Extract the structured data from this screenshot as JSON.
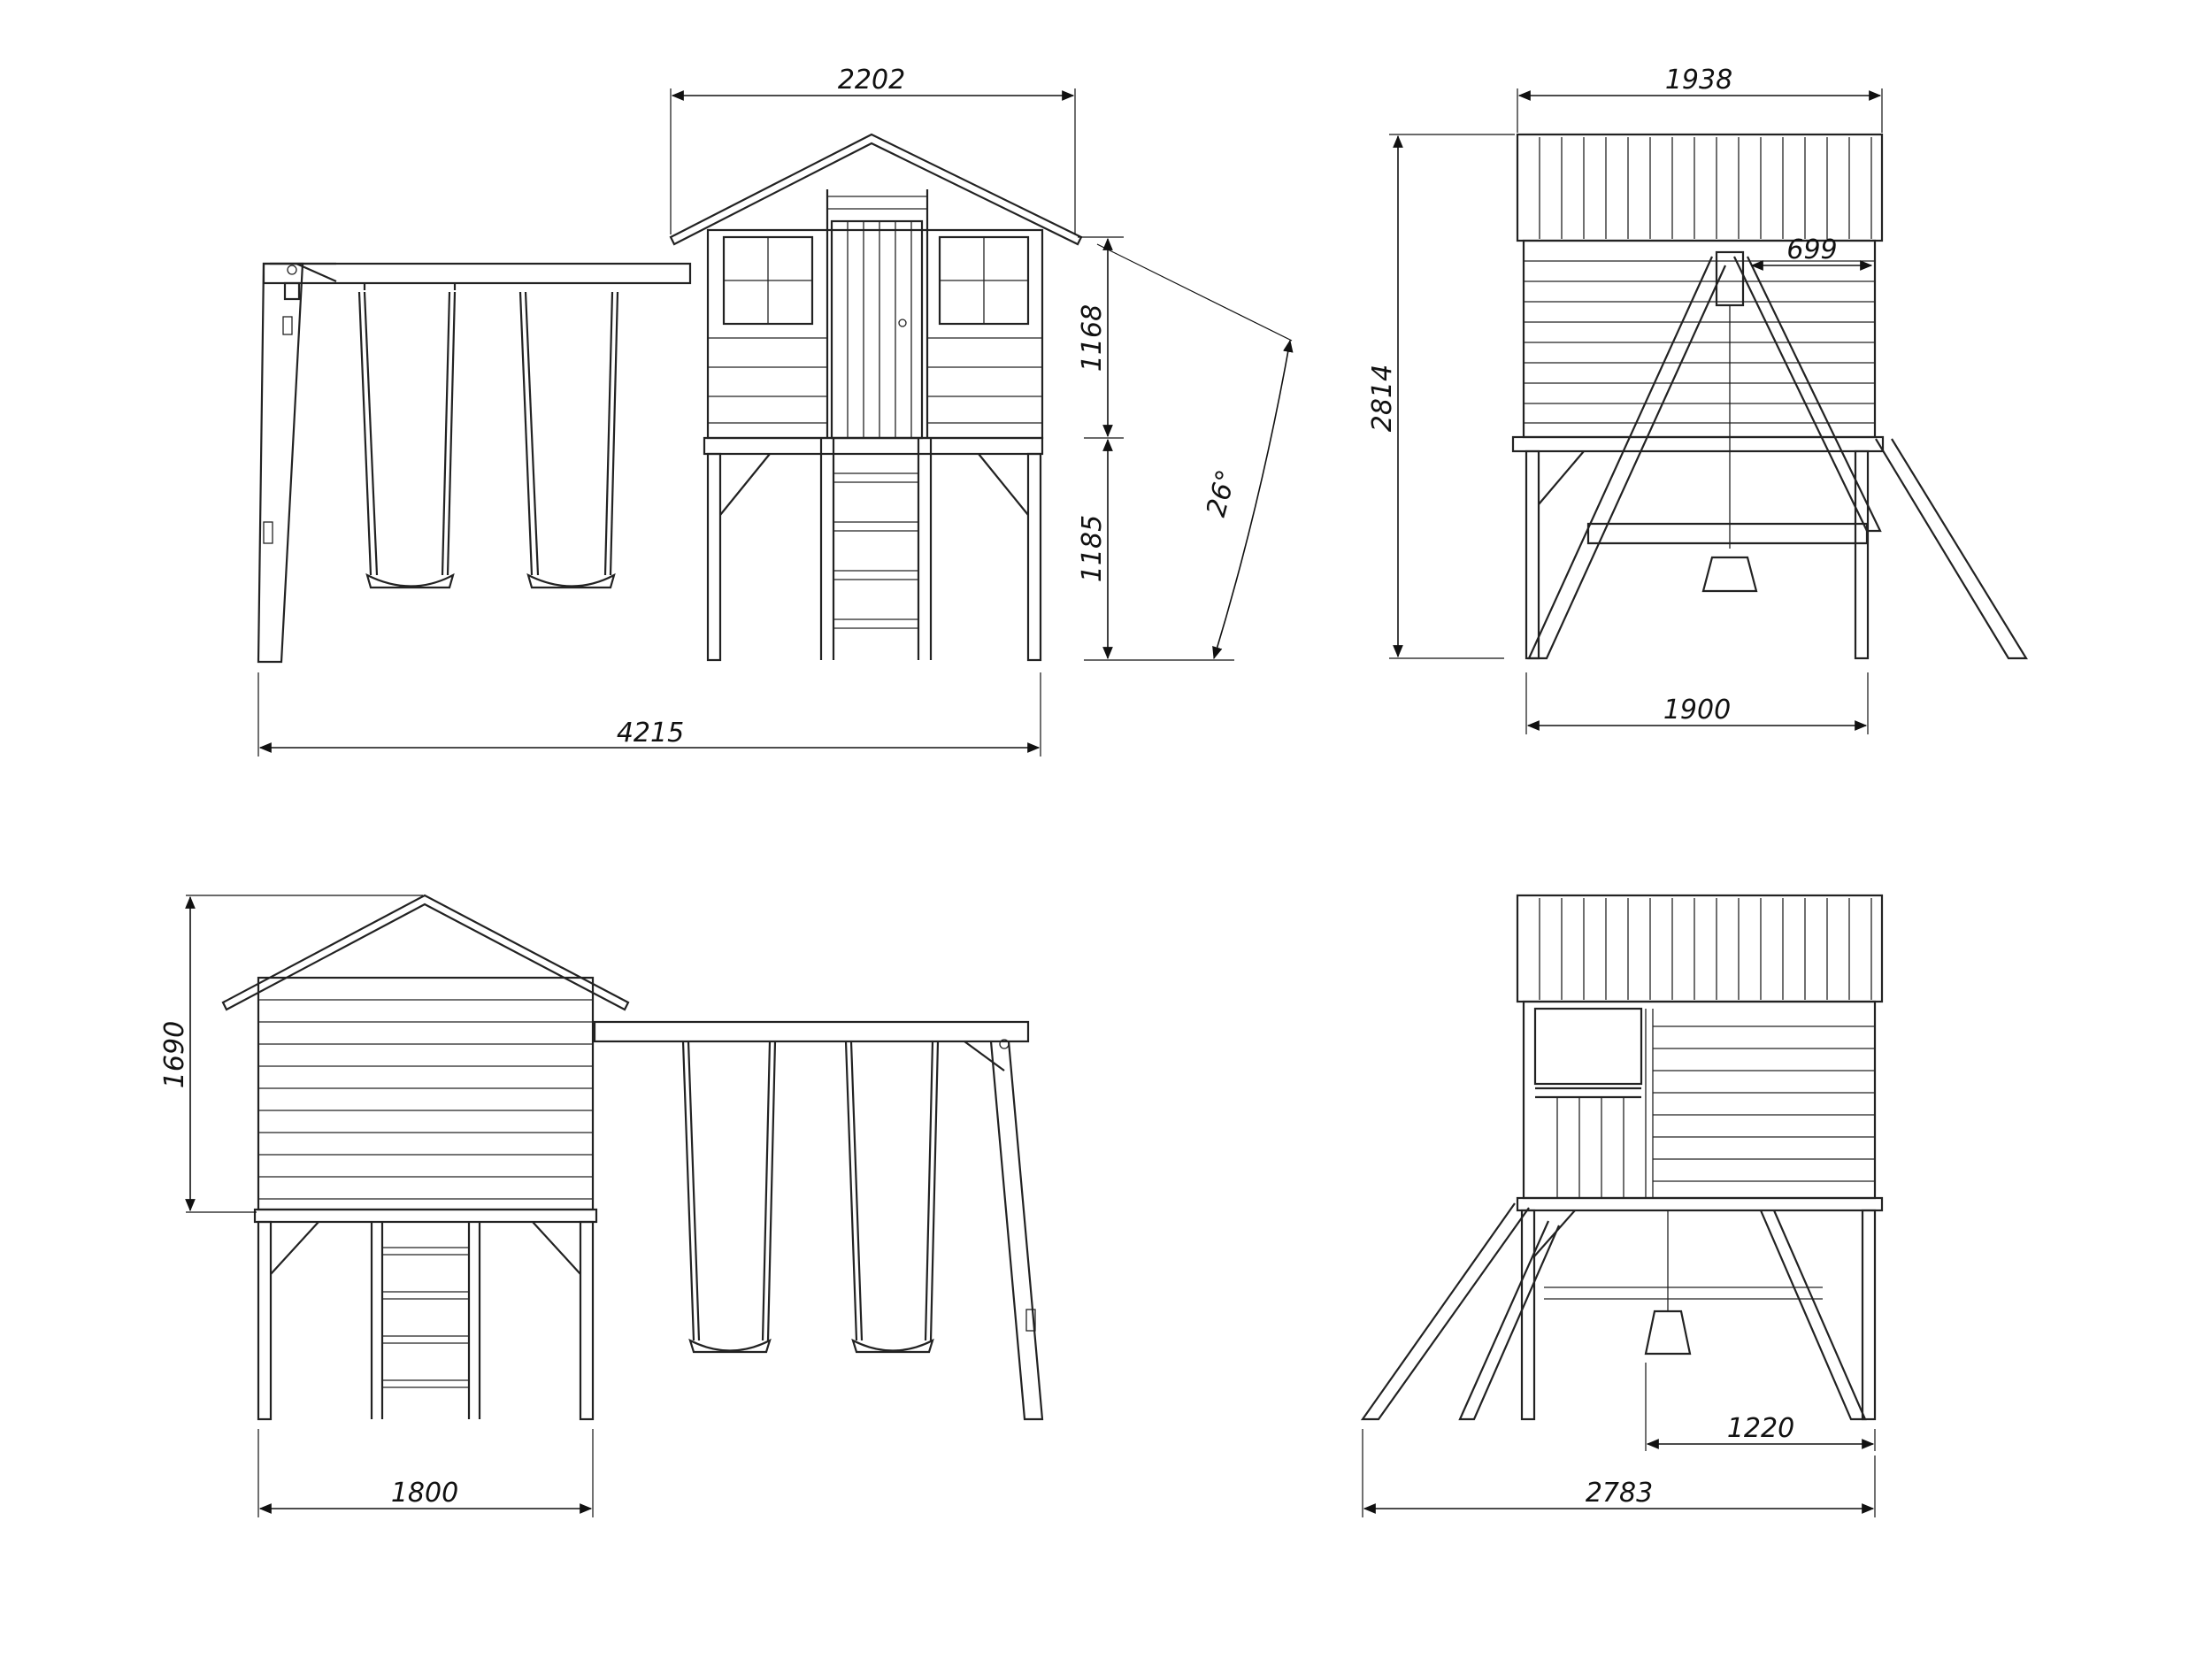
{
  "views": {
    "front": {
      "overall_width": "2202",
      "house_upper_height": "1168",
      "platform_height": "1185",
      "slide_angle": "26°",
      "total_length": "4215"
    },
    "side_right": {
      "roof_width": "1938",
      "swing_beam_offset": "699",
      "total_height": "2814",
      "base_width": "1900"
    },
    "back": {
      "house_upper_height": "1690",
      "house_width": "1800"
    },
    "side_left": {
      "platform_depth": "1220",
      "total_width": "2783"
    }
  },
  "colors": {
    "line": "#222222",
    "background": "#ffffff"
  }
}
